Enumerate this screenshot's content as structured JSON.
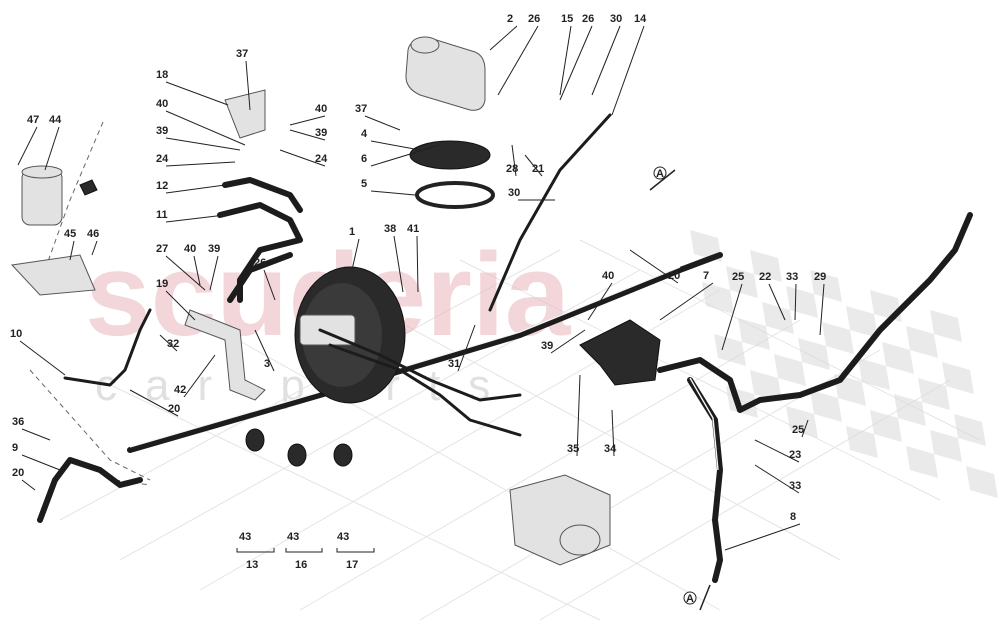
{
  "watermark": {
    "brand": "scuderia",
    "sub": "car parts",
    "color": "#e8b6bc"
  },
  "flag_color": "#d8d8d8",
  "callouts": [
    "1",
    "2",
    "3",
    "4",
    "5",
    "6",
    "7",
    "8",
    "9",
    "10",
    "11",
    "12",
    "13",
    "14",
    "15",
    "16",
    "17",
    "18",
    "19",
    "20",
    "21",
    "22",
    "23",
    "24",
    "25",
    "26",
    "27",
    "28",
    "29",
    "30",
    "31",
    "32",
    "33",
    "34",
    "35",
    "36",
    "37",
    "38",
    "39",
    "40",
    "41",
    "42",
    "43",
    "44",
    "45",
    "46",
    "47"
  ],
  "arrow_label": "A"
}
